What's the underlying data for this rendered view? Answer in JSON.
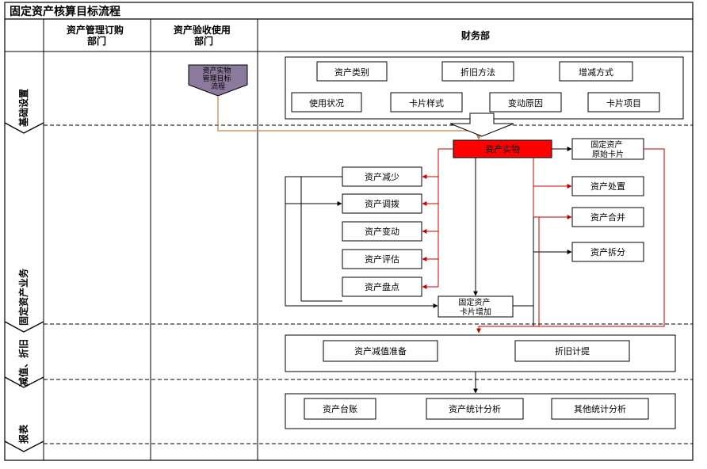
{
  "title": "固定资产核算目标流程",
  "columns": [
    {
      "id": "dept-purchase",
      "lines": [
        "资产管理订购",
        "部门"
      ]
    },
    {
      "id": "dept-accept",
      "lines": [
        "资产验收使用",
        "部门"
      ]
    },
    {
      "id": "finance",
      "lines": [
        "财务部"
      ]
    }
  ],
  "lanes": [
    {
      "id": "basic-setup",
      "label": "基础设置"
    },
    {
      "id": "business",
      "label": "固定资产业务"
    },
    {
      "id": "impair-depr",
      "label": "减值、折旧"
    },
    {
      "id": "reports",
      "label": "报表"
    }
  ],
  "offpage": {
    "id": "asset-physical-flow",
    "lines": [
      "资产实物",
      "管理目标",
      "流程"
    ]
  },
  "setup_items": {
    "category": "资产类别",
    "method": "折旧方法",
    "change_mode": "增减方式",
    "usage": "使用状况",
    "card_style": "卡片样式",
    "change_reason": "变动原因",
    "card_items": "卡片项目"
  },
  "center": {
    "physical": "资产实物",
    "original_card": [
      "固定资产",
      "原始卡片"
    ]
  },
  "left_items": {
    "decrease": "资产减少",
    "transfer": "资产调拨",
    "change": "资产变动",
    "evaluate": "资产评估",
    "inventory": "资产盘点"
  },
  "right_items": {
    "disposal": "资产处置",
    "merge": "资产合并",
    "split": "资产拆分"
  },
  "card_increase": [
    "固定资产",
    "卡片增加"
  ],
  "impair_items": {
    "impairment": "资产减值准备",
    "depreciation": "折旧计提"
  },
  "report_items": {
    "ledger": "资产台账",
    "stats": "资产统计分析",
    "other": "其他统计分析"
  },
  "colors": {
    "highlight": "#ff0000",
    "offpage": "#8c7a9c",
    "orange_line": "#c08050",
    "red_line": "#c00000",
    "dash": "#000000"
  }
}
